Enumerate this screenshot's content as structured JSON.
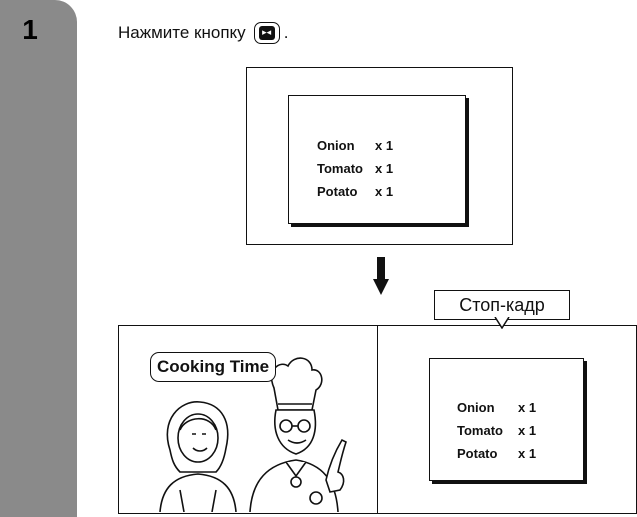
{
  "step": {
    "number": "1"
  },
  "instruction": {
    "text": "Нажмите кнопку",
    "period": ".",
    "button_icon": "step-pause-icon"
  },
  "top_screen": {
    "items": [
      {
        "name": "Onion",
        "qty": "x 1"
      },
      {
        "name": "Tomato",
        "qty": "x 1"
      },
      {
        "name": "Potato",
        "qty": "x 1"
      }
    ]
  },
  "callout": {
    "label": "Стоп-кадр"
  },
  "split_screen": {
    "program_title": "Cooking Time",
    "still_items": [
      {
        "name": "Onion",
        "qty": "x 1"
      },
      {
        "name": "Tomato",
        "qty": "x 1"
      },
      {
        "name": "Potato",
        "qty": "x 1"
      }
    ]
  },
  "colors": {
    "sidebar": "#8a8a8a",
    "ink": "#111111"
  }
}
